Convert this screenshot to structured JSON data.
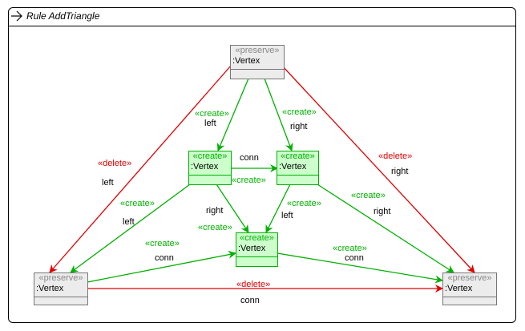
{
  "rule": {
    "title": "Rule AddTriangle"
  },
  "colors": {
    "create": "#00b000",
    "delete": "#e00000",
    "preserve": "#777777"
  },
  "nodes": {
    "top": {
      "stereotype": "«preserve»",
      "name": ":Vertex"
    },
    "left": {
      "stereotype": "«create»",
      "name": ":Vertex"
    },
    "right": {
      "stereotype": "«create»",
      "name": ":Vertex"
    },
    "center": {
      "stereotype": "«create»",
      "name": ":Vertex"
    },
    "bottom_left": {
      "stereotype": "«preserve»",
      "name": ":Vertex"
    },
    "bottom_right": {
      "stereotype": "«preserve»",
      "name": ":Vertex"
    }
  },
  "edges": {
    "top_left": {
      "stereotype": "«create»",
      "role": "left"
    },
    "top_right": {
      "stereotype": "«create»",
      "role": "right"
    },
    "top_bl": {
      "stereotype": "«delete»",
      "role": "left"
    },
    "top_br": {
      "stereotype": "«delete»",
      "role": "right"
    },
    "left_right": {
      "stereotype": "«create»",
      "role": "conn"
    },
    "left_bl": {
      "stereotype": "«create»",
      "role": "left"
    },
    "left_center": {
      "stereotype": "«create»",
      "role": "right"
    },
    "right_center": {
      "stereotype": "«create»",
      "role": "left"
    },
    "right_br": {
      "stereotype": "«create»",
      "role": "right"
    },
    "bl_center": {
      "stereotype": "«create»",
      "role": "conn"
    },
    "center_br": {
      "stereotype": "«create»",
      "role": "conn"
    },
    "bl_br": {
      "stereotype": "«delete»",
      "role": "conn"
    }
  }
}
